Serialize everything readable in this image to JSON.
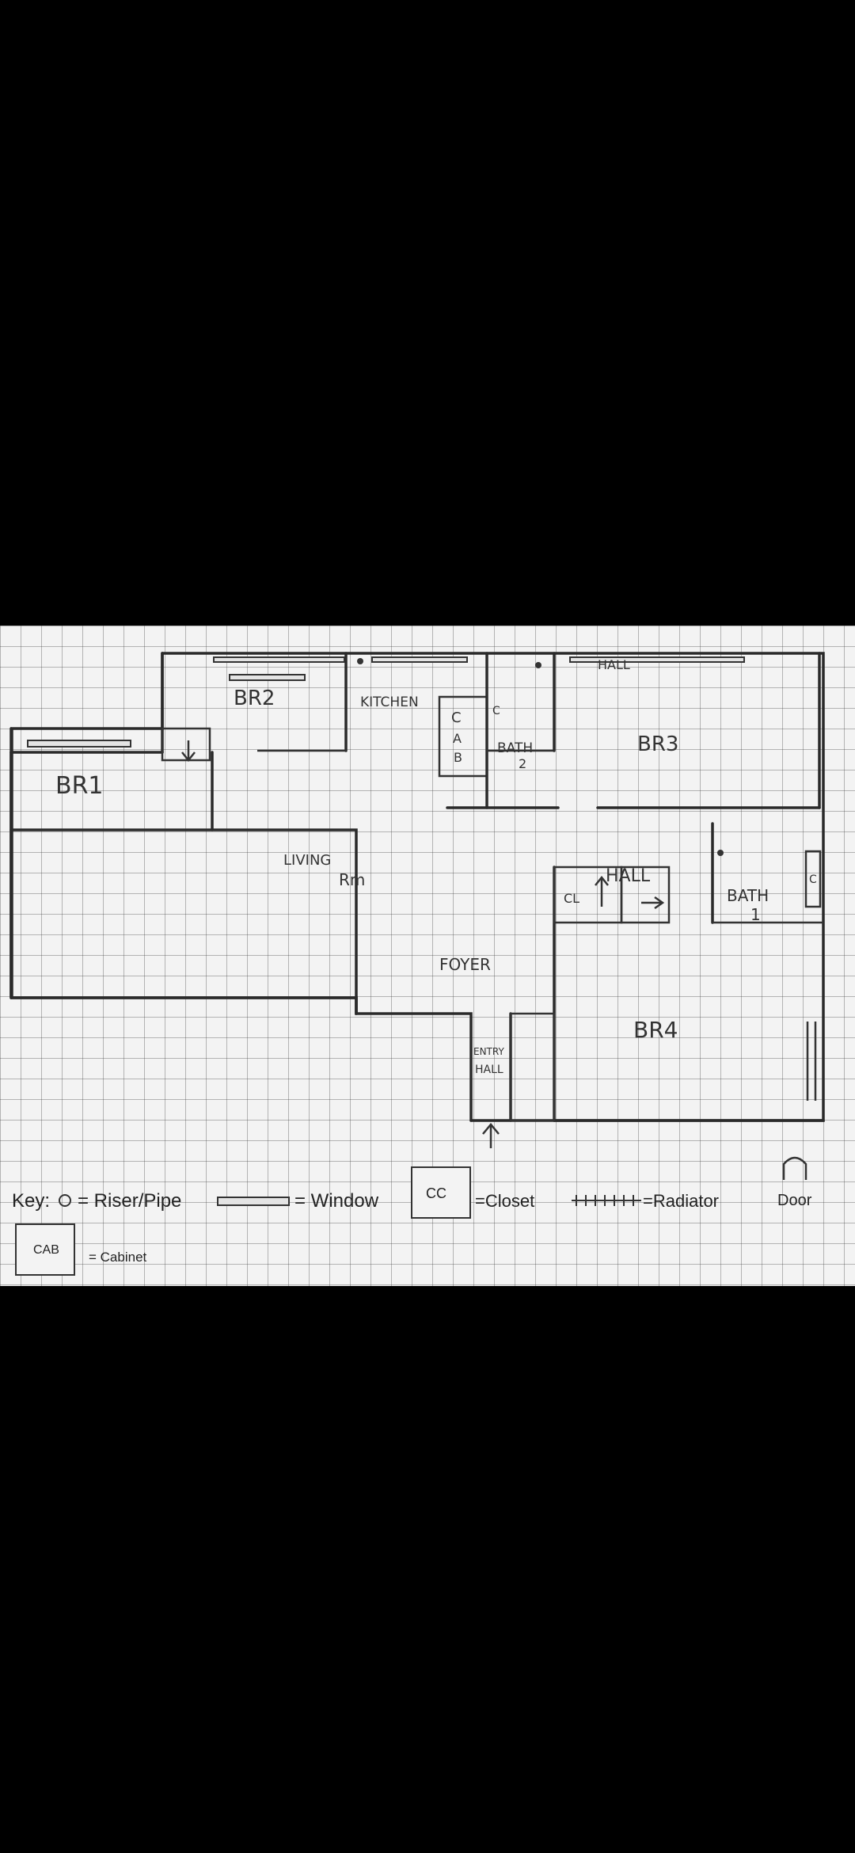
{
  "rooms": {
    "br1": "BR1",
    "br2": "BR2",
    "br3": "BR3",
    "br4": "BR4",
    "kitchen": "KITCHEN",
    "living": "LIVING",
    "living_sub": "Rm",
    "bath1": "BATH",
    "bath1_num": "1",
    "bath2": "BATH",
    "bath2_num": "2",
    "hall": "HALL",
    "hall_top": "HALL",
    "foyer": "FOYER",
    "entry_hall_1": "ENTRY",
    "entry_hall_2": "HALL",
    "cab_c": "C",
    "cab_a": "A",
    "cab_b": "B",
    "cc_c": "C",
    "cc_c2": "C",
    "closet_cl": "CL"
  },
  "key": {
    "title": "Key:",
    "riser": "= Riser/Pipe",
    "window": "= Window",
    "closet_box": "CC",
    "closet": "=Closet",
    "radiator": "=Radiator",
    "door": "Door",
    "cabinet_box": "CAB",
    "cabinet": "= Cabinet"
  }
}
